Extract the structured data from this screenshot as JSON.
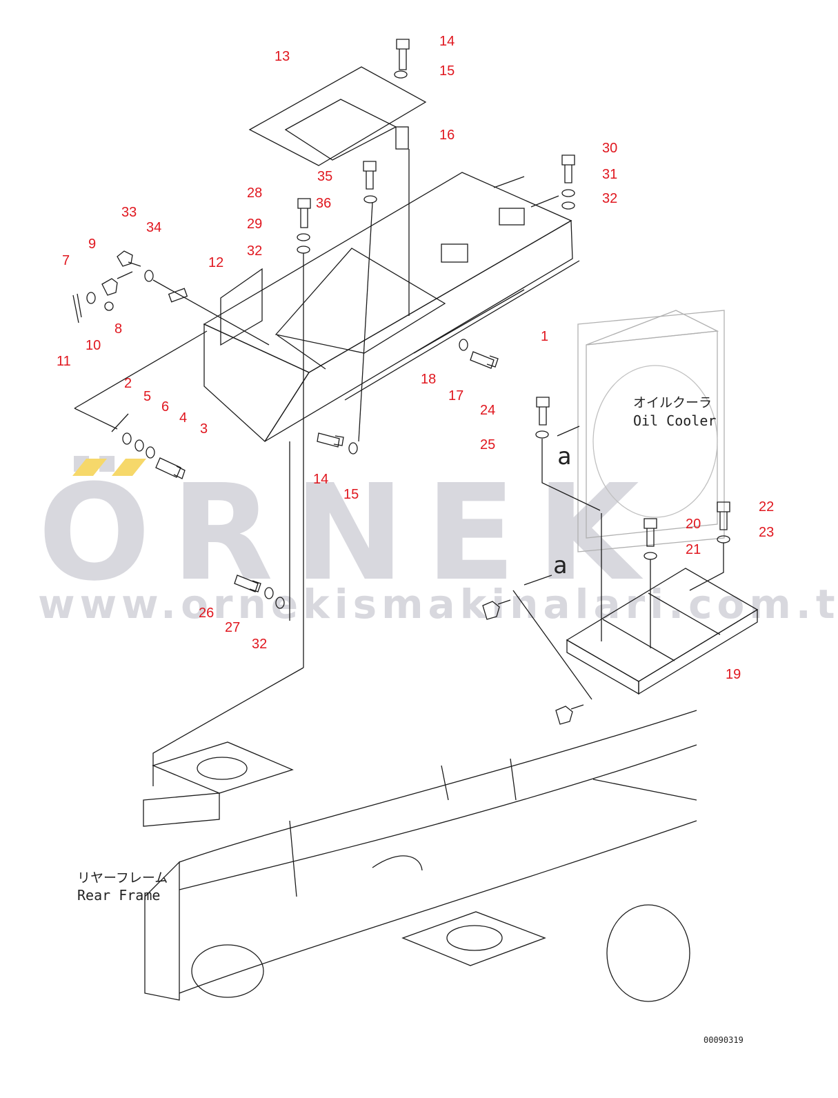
{
  "watermark": {
    "logo": "ÖRNEK",
    "website": "www.ornekismakinalari.com.tr",
    "color": "#d8d8de",
    "accent": "#f6d86a"
  },
  "diagram_code": "00090319",
  "labels": {
    "oil_cooler_jp": "オイルクーラ",
    "oil_cooler_en": "Oil Cooler",
    "rear_frame_jp": "リヤーフレーム",
    "rear_frame_en": "Rear Frame",
    "view_marker": "a"
  },
  "callouts": [
    "1",
    "2",
    "3",
    "4",
    "5",
    "6",
    "7",
    "8",
    "9",
    "10",
    "11",
    "12",
    "13",
    "14",
    "15",
    "16",
    "17",
    "18",
    "19",
    "20",
    "21",
    "22",
    "23",
    "24",
    "25",
    "26",
    "27",
    "28",
    "29",
    "30",
    "31",
    "32",
    "33",
    "34",
    "35",
    "36"
  ],
  "callout_color": "#e0161e",
  "line_color": "#1a1a1a"
}
